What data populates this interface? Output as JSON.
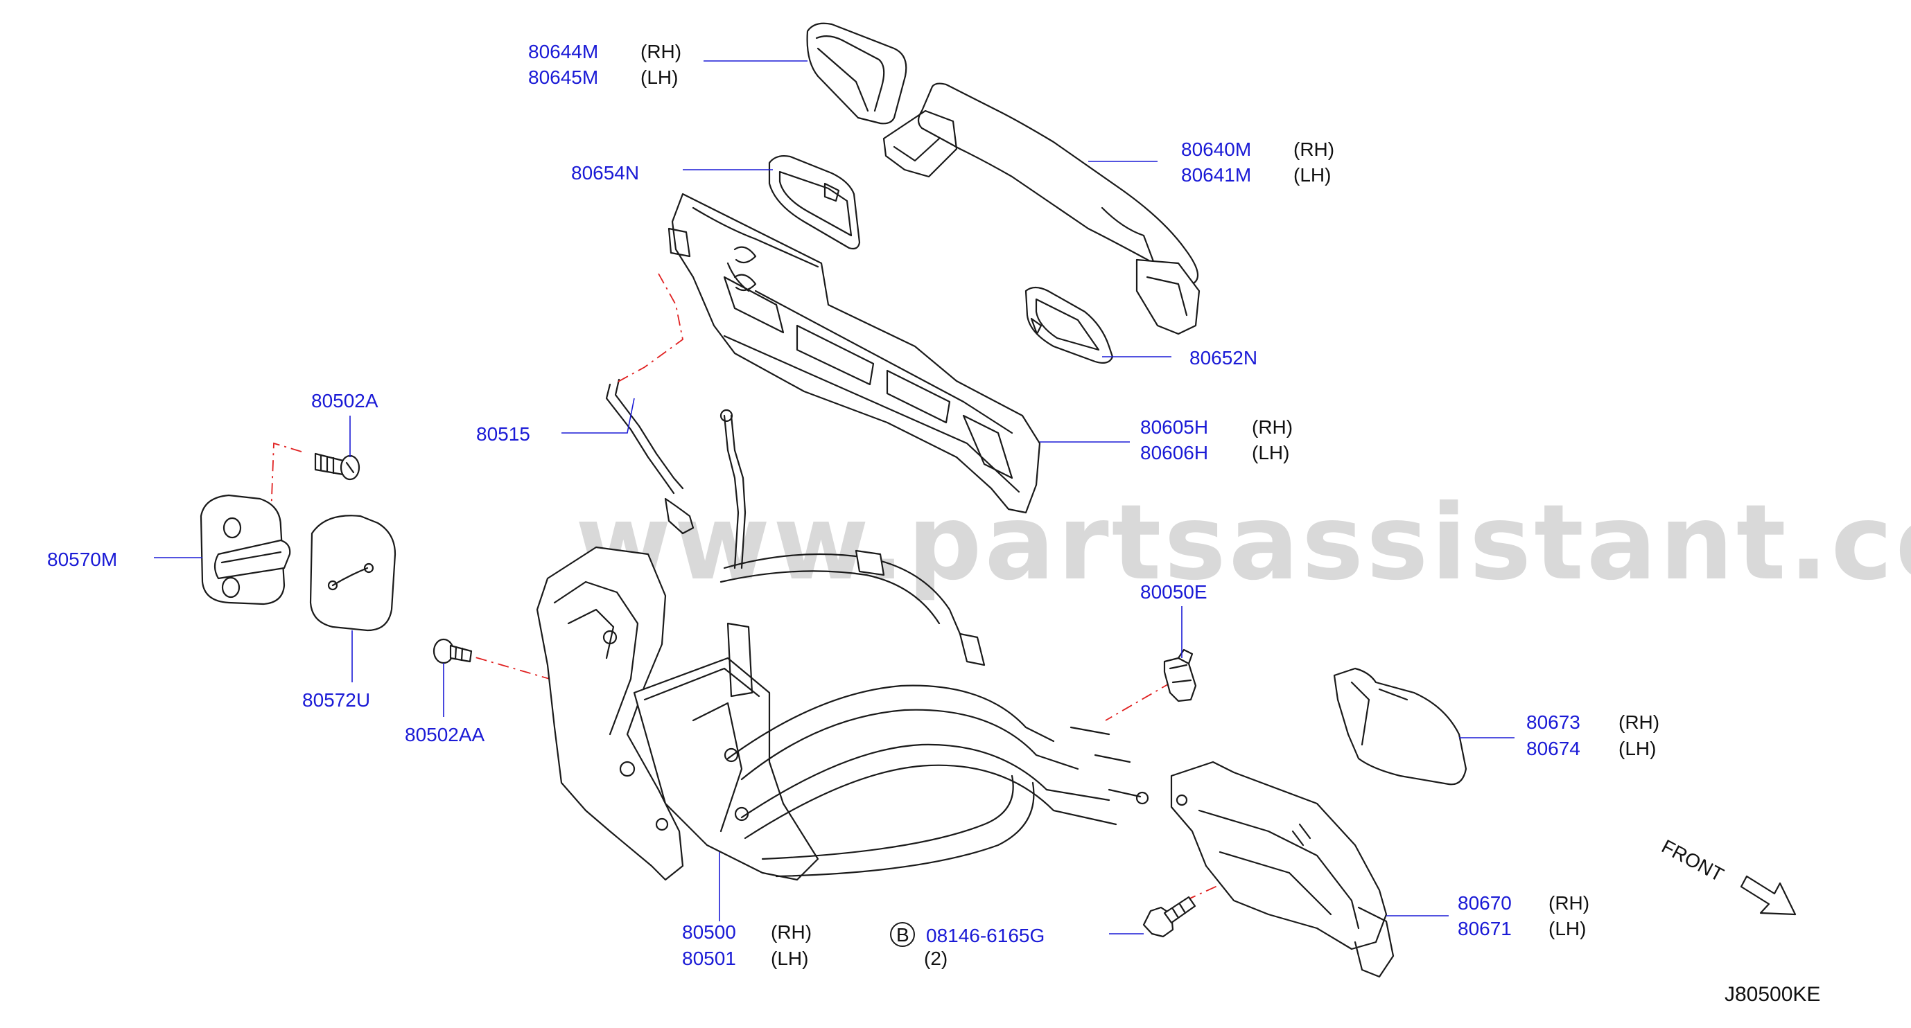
{
  "watermark": "www.partsassistant.com",
  "diagram_code": "J80500KE",
  "front_label": "FRONT",
  "bolt_circle_letter": "B",
  "bolt_qty": "(2)",
  "callouts": [
    {
      "pn1": "80644M",
      "side1": "(RH)",
      "pn2": "80645M",
      "side2": "(LH)"
    },
    {
      "pn1": "80640M",
      "side1": "(RH)",
      "pn2": "80641M",
      "side2": "(LH)"
    },
    {
      "pn1": "80654N"
    },
    {
      "pn1": "80652N"
    },
    {
      "pn1": "80605H",
      "side1": "(RH)",
      "pn2": "80606H",
      "side2": "(LH)"
    },
    {
      "pn1": "80502A"
    },
    {
      "pn1": "80515"
    },
    {
      "pn1": "80570M"
    },
    {
      "pn1": "80572U"
    },
    {
      "pn1": "80502AA"
    },
    {
      "pn1": "80050E"
    },
    {
      "pn1": "80673",
      "side1": "(RH)",
      "pn2": "80674",
      "side2": "(LH)"
    },
    {
      "pn1": "80670",
      "side1": "(RH)",
      "pn2": "80671",
      "side2": "(LH)"
    },
    {
      "pn1": "80500",
      "side1": "(RH)",
      "pn2": "80501",
      "side2": "(LH)"
    },
    {
      "pn1": "08146-6165G"
    }
  ]
}
